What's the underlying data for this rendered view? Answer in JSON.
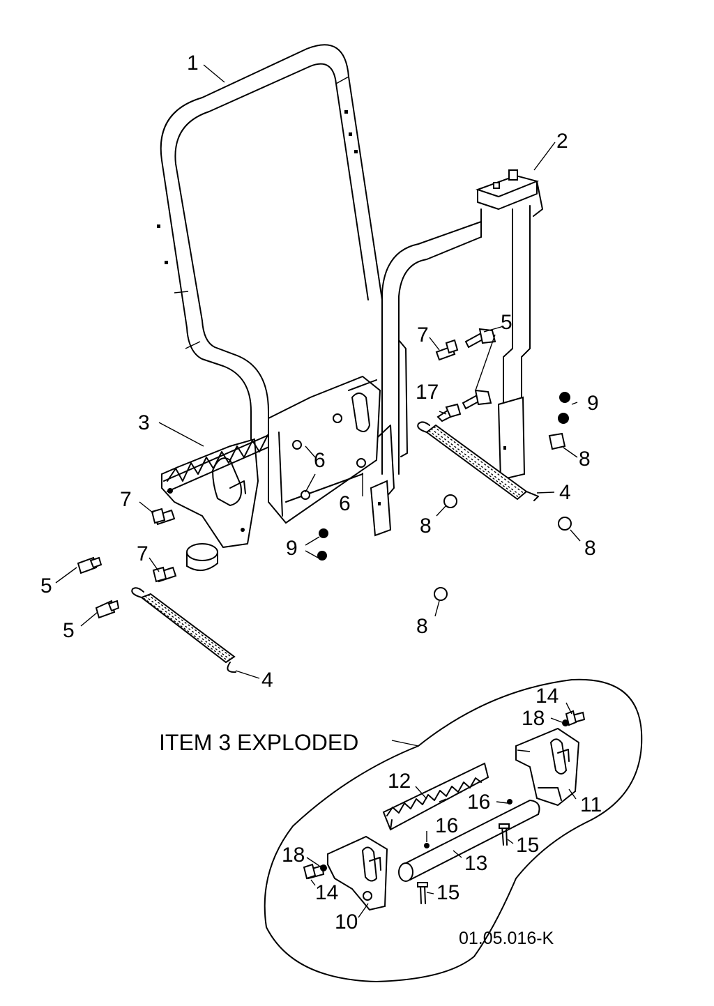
{
  "diagram": {
    "exploded_caption": "ITEM 3 EXPLODED",
    "drawing_code": "01.05.016-K",
    "callouts": [
      {
        "id": "c1",
        "text": "1"
      },
      {
        "id": "c2",
        "text": "2"
      },
      {
        "id": "c3",
        "text": "3"
      },
      {
        "id": "c4a",
        "text": "4"
      },
      {
        "id": "c4b",
        "text": "4"
      },
      {
        "id": "c5a",
        "text": "5"
      },
      {
        "id": "c5b",
        "text": "5"
      },
      {
        "id": "c5c",
        "text": "5"
      },
      {
        "id": "c6a",
        "text": "6"
      },
      {
        "id": "c6b",
        "text": "6"
      },
      {
        "id": "c7a",
        "text": "7"
      },
      {
        "id": "c7b",
        "text": "7"
      },
      {
        "id": "c7c",
        "text": "7"
      },
      {
        "id": "c8a",
        "text": "8"
      },
      {
        "id": "c8b",
        "text": "8"
      },
      {
        "id": "c8c",
        "text": "8"
      },
      {
        "id": "c8d",
        "text": "8"
      },
      {
        "id": "c9a",
        "text": "9"
      },
      {
        "id": "c9b",
        "text": "9"
      },
      {
        "id": "c10",
        "text": "10"
      },
      {
        "id": "c11",
        "text": "11"
      },
      {
        "id": "c12",
        "text": "12"
      },
      {
        "id": "c13",
        "text": "13"
      },
      {
        "id": "c14a",
        "text": "14"
      },
      {
        "id": "c14b",
        "text": "14"
      },
      {
        "id": "c15a",
        "text": "15"
      },
      {
        "id": "c15b",
        "text": "15"
      },
      {
        "id": "c16a",
        "text": "16"
      },
      {
        "id": "c16b",
        "text": "16"
      },
      {
        "id": "c17",
        "text": "17"
      },
      {
        "id": "c18a",
        "text": "18"
      },
      {
        "id": "c18b",
        "text": "18"
      }
    ]
  }
}
